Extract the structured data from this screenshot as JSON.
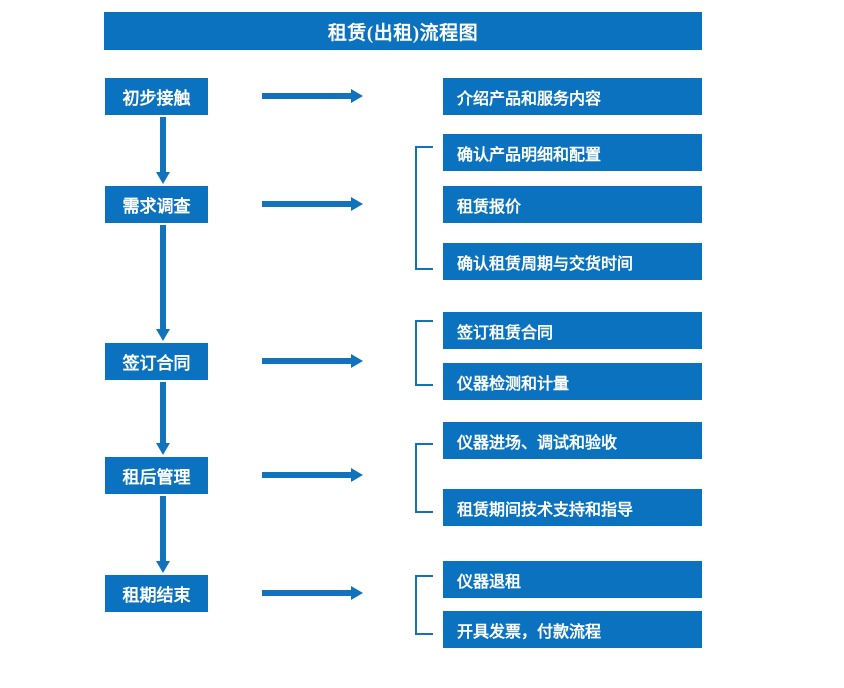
{
  "title": {
    "text": "租赁(出租)流程图"
  },
  "colors": {
    "box_fill": "#0b72bf",
    "arrow": "#1272bc",
    "text": "#ffffff",
    "background": "#ffffff"
  },
  "stages": [
    {
      "label": "初步接触"
    },
    {
      "label": "需求调查"
    },
    {
      "label": "签订合同"
    },
    {
      "label": "租后管理"
    },
    {
      "label": "租期结束"
    }
  ],
  "details": [
    {
      "label": "介绍产品和服务内容"
    },
    {
      "label": "确认产品明细和配置"
    },
    {
      "label": "租赁报价"
    },
    {
      "label": "确认租赁周期与交货时间"
    },
    {
      "label": "签订租赁合同"
    },
    {
      "label": "仪器检测和计量"
    },
    {
      "label": "仪器进场、调试和验收"
    },
    {
      "label": "租赁期间技术支持和指导"
    },
    {
      "label": "仪器退租"
    },
    {
      "label": "开具发票，付款流程"
    }
  ],
  "connectors": {
    "horizontal_arrow_count": 5,
    "vertical_arrow_count": 4,
    "bracket_count": 4
  }
}
